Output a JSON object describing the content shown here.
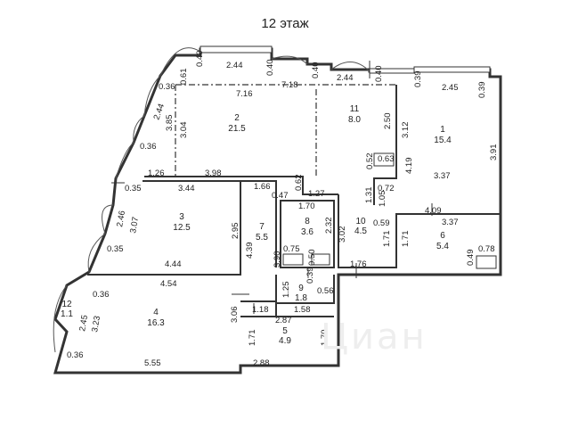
{
  "title": "12 этаж",
  "watermark": "Циан",
  "rooms": [
    {
      "num": "1",
      "area": "15.4"
    },
    {
      "num": "2",
      "area": "21.5"
    },
    {
      "num": "3",
      "area": "12.5"
    },
    {
      "num": "4",
      "area": "16.3"
    },
    {
      "num": "5",
      "area": "4.9"
    },
    {
      "num": "6",
      "area": "5.4"
    },
    {
      "num": "7",
      "area": "5.5"
    },
    {
      "num": "8",
      "area": "3.6"
    },
    {
      "num": "9",
      "area": "1.8"
    },
    {
      "num": "10",
      "area": "4.5"
    },
    {
      "num": "11",
      "area": "8.0"
    },
    {
      "num": "12",
      "area": "1.1"
    }
  ],
  "dims": [
    "0.40",
    "2.44",
    "0.40",
    "7.18",
    "0.40",
    "2.44",
    "0.40",
    "0.39",
    "2.45",
    "0.39",
    "0.36",
    "0.61",
    "7.16",
    "2.44",
    "3.85",
    "3.04",
    "2.50",
    "3.12",
    "0.36",
    "1.26",
    "3.98",
    "0.52",
    "0.63",
    "4.19",
    "3.37",
    "3.91",
    "0.35",
    "3.44",
    "1.66",
    "0.47",
    "0.62",
    "1.27",
    "1.31",
    "0.72",
    "1.05",
    "1.70",
    "4.09",
    "2.46",
    "3.07",
    "2.95",
    "2.32",
    "3.02",
    "0.59",
    "3.37",
    "1.71",
    "1.71",
    "0.75",
    "3.90",
    "0.50",
    "0.49",
    "0.78",
    "0.35",
    "4.39",
    "1.76",
    "4.44",
    "4.54",
    "1.25",
    "0.39",
    "0.56",
    "0.36",
    "3.06",
    "1.18",
    "1.58",
    "2.45",
    "3.23",
    "2.87",
    "1.71",
    "1.70",
    "0.36",
    "5.55",
    "2.88"
  ]
}
